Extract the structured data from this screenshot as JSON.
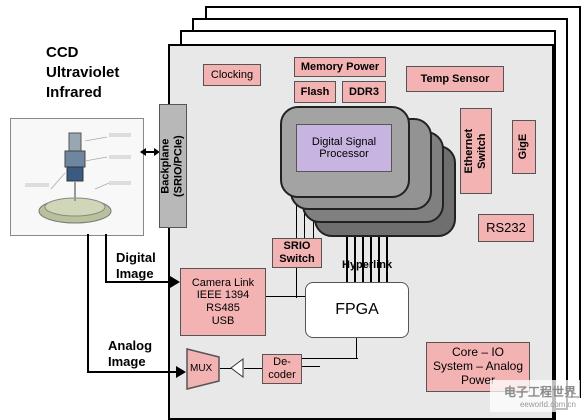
{
  "sensor_title": [
    "CCD",
    "Ultraviolet",
    "Infrared"
  ],
  "backplane_label": [
    "Backplane",
    "(SRIO/PCIe)"
  ],
  "blocks": {
    "clocking": "Clocking",
    "memory_power": "Memory Power",
    "flash": "Flash",
    "ddr3": "DDR3",
    "temp_sensor": "Temp Sensor",
    "dsp": [
      "Digital Signal",
      "Processor"
    ],
    "ethernet_switch": [
      "Ethernet",
      "Switch"
    ],
    "gige": "GigE",
    "rs232": "RS232",
    "srio_switch": [
      "SRIO",
      "Switch"
    ],
    "hyperlink": "Hyperlink",
    "camera_link": [
      "Camera Link",
      "IEEE 1394",
      "RS485",
      "USB"
    ],
    "fpga": "FPGA",
    "core_io": [
      "Core – IO",
      "System – Analog",
      "Power"
    ],
    "mux": "MUX",
    "decoder": [
      "De-",
      "coder"
    ]
  },
  "inputs": {
    "digital_image": [
      "Digital",
      "Image"
    ],
    "analog_image": [
      "Analog",
      "Image"
    ]
  },
  "watermark": "电子工程世界",
  "watermark_url": "eeworld.com.cn",
  "colors": {
    "block_fill": "#f4b3b3",
    "dsp_fill": "#c8b4e0",
    "board_fill": "#e8e8e8",
    "backplane_fill": "#b8b8b8"
  }
}
